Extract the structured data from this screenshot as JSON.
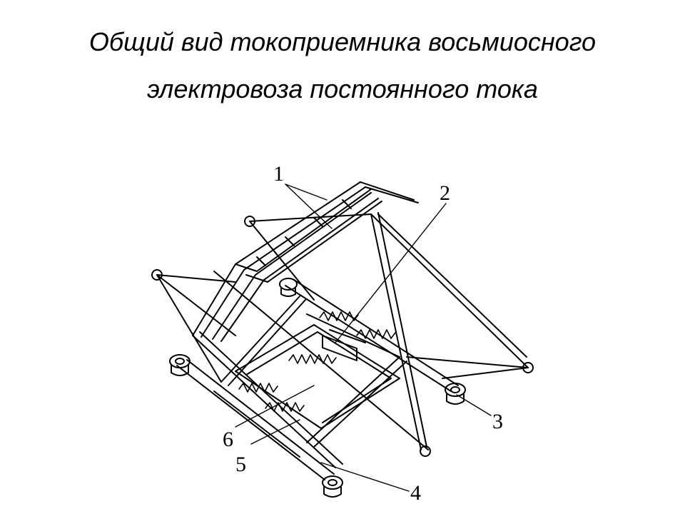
{
  "title": {
    "line1": "Общий вид токоприемника восьмиосного",
    "line2": "электровоза постоянного тока"
  },
  "labels": [
    "1",
    "2",
    "3",
    "4",
    "5",
    "6"
  ]
}
